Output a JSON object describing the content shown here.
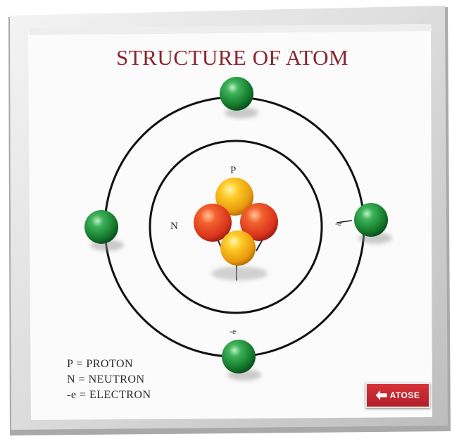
{
  "title": "STRUCTURE OF ATOM",
  "labels": {
    "proton_marker": "P",
    "neutron_marker": "N",
    "electron_marker_right": "-e",
    "electron_marker_bottom": "-e"
  },
  "legend": [
    "P = PROTON",
    "N = NEUTRON",
    "-e = ELECTRON"
  ],
  "logo": {
    "text": "ATOSE"
  },
  "colors": {
    "title": "#8a2530",
    "electron": "#1e8a3a",
    "proton": "#f2b21b",
    "neutron": "#e2452a",
    "orbit": "#111111",
    "logo": "#c8262e"
  }
}
